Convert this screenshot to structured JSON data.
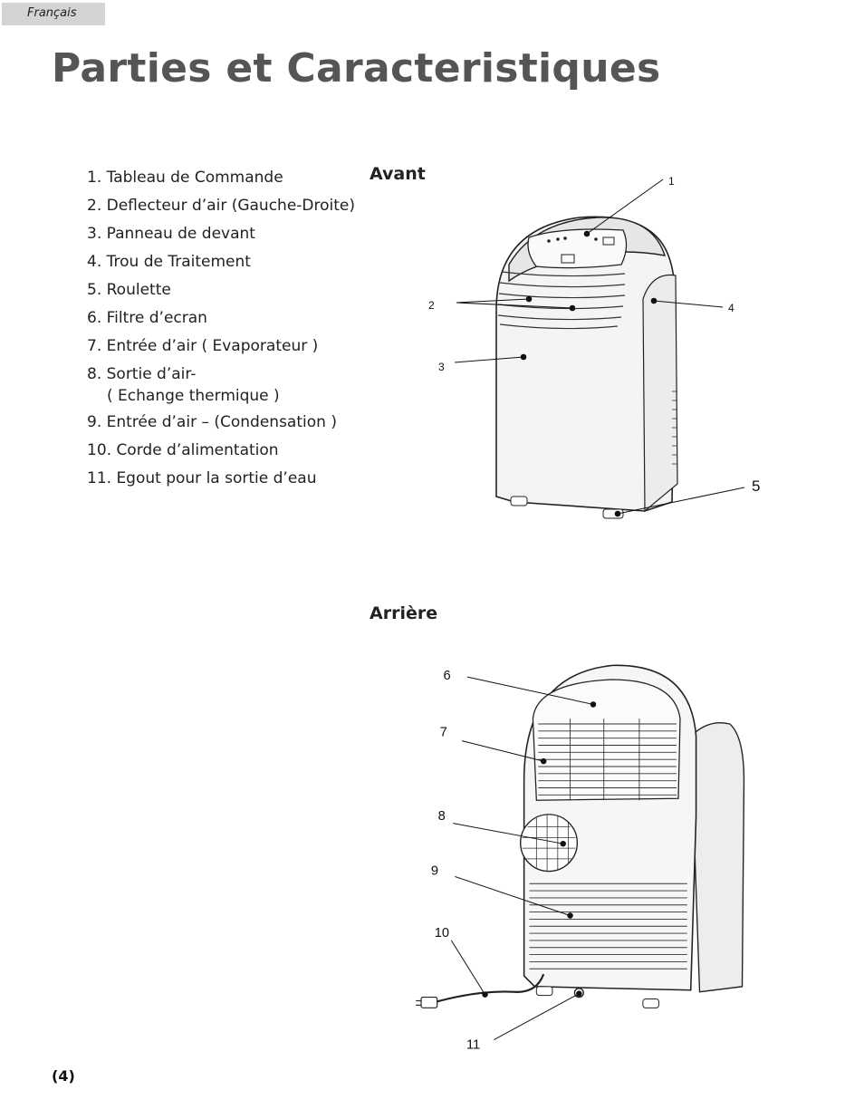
{
  "header": {
    "language_tab": "Français"
  },
  "title": "Parties et Caracteristiques",
  "parts": [
    "1. Tableau de Commande",
    "2. Deflecteur d’air  (Gauche-Droite)",
    "3. Panneau de devant",
    "4. Trou de Traitement",
    "5. Roulette",
    "6. Filtre d’ecran",
    "7. Entrée d’air ( Evaporateur )",
    "8. Sortie d’air-",
    "( Echange thermique )",
    "9. Entrée d’air – (Condensation )",
    "10. Corde d’alimentation",
    "11. Egout pour la sortie d’eau"
  ],
  "front_label": "Avant",
  "back_label": "Arrière",
  "front_callouts": [
    "1",
    "2",
    "3",
    "4",
    "5"
  ],
  "back_callouts": [
    "6",
    "7",
    "8",
    "9",
    "10",
    "11"
  ],
  "page_number": "(4)"
}
